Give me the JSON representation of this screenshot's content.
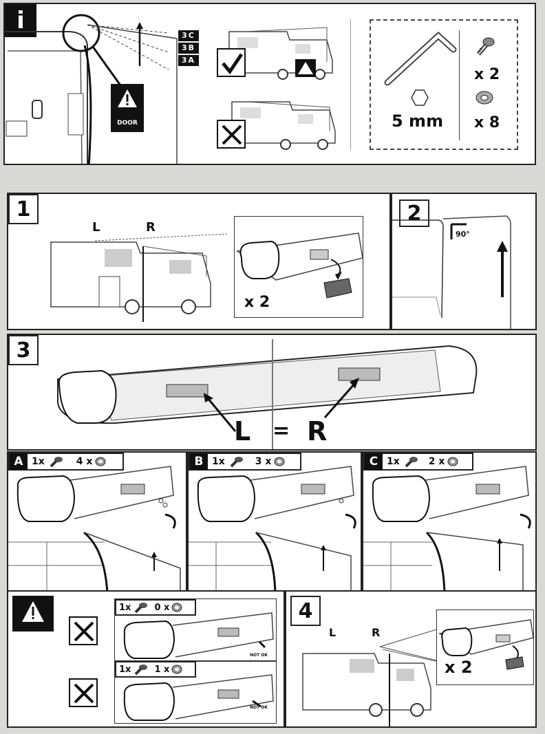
{
  "info": {
    "badge": "i",
    "door_label": "DOOR",
    "positions": [
      "3C",
      "3B",
      "3A"
    ],
    "tool_size": "5 mm",
    "screw_qty": "x 2",
    "washer_qty": "x 8"
  },
  "step1": {
    "number": "1",
    "left_label": "L",
    "right_label": "R",
    "qty": "x 2"
  },
  "step2": {
    "number": "2",
    "angle": "90°"
  },
  "step3": {
    "number": "3",
    "left": "L",
    "equals": "=",
    "right": "R"
  },
  "options": [
    {
      "letter": "A",
      "screws": "1x",
      "washers": "4 x"
    },
    {
      "letter": "B",
      "screws": "1x",
      "washers": "3 x"
    },
    {
      "letter": "C",
      "screws": "1x",
      "washers": "2 x"
    }
  ],
  "warning": {
    "rows": [
      {
        "screws": "1x",
        "washers": "0 x",
        "status": "NOT OK"
      },
      {
        "screws": "1x",
        "washers": "1 x",
        "status": "NOT OK"
      }
    ]
  },
  "step4": {
    "number": "4",
    "left_label": "L",
    "right_label": "R",
    "qty": "x 2"
  },
  "colors": {
    "ink": "#111111",
    "page": "#d9dad6",
    "panel": "#ffffff"
  }
}
